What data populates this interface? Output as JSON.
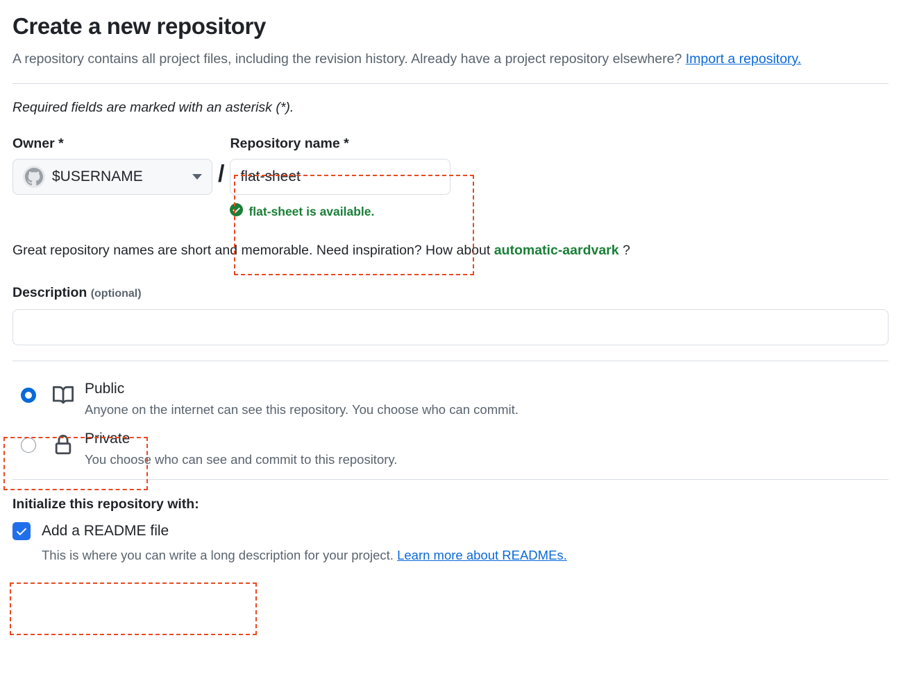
{
  "header": {
    "title": "Create a new repository",
    "subtitle_part1": "A repository contains all project files, including the revision history. Already have a project repository elsewhere? ",
    "import_link": "Import a repository."
  },
  "required_note": "Required fields are marked with an asterisk (*).",
  "owner": {
    "label": "Owner *",
    "value": "$USERNAME",
    "avatar_icon": "github-octocat-avatar",
    "chevron_icon": "chevron-down-icon"
  },
  "separator": "/",
  "repository_name": {
    "label": "Repository name *",
    "value": "flat-sheet",
    "placeholder": "",
    "availability_message": "flat-sheet is available.",
    "availability_icon": "check-circle-icon",
    "availability_color": "#1a7f37"
  },
  "inspiration": {
    "text_before": "Great repository names are short and memorable. Need inspiration? How about ",
    "suggested_name": "automatic-aardvark",
    "text_after": " ?"
  },
  "description": {
    "label": "Description",
    "optional_tag": "(optional)",
    "value": "",
    "placeholder": ""
  },
  "visibility": {
    "options": [
      {
        "id": "public",
        "title": "Public",
        "description": "Anyone on the internet can see this repository. You choose who can commit.",
        "icon": "repo-book-icon",
        "selected": true
      },
      {
        "id": "private",
        "title": "Private",
        "description": "You choose who can see and commit to this repository.",
        "icon": "lock-icon",
        "selected": false
      }
    ]
  },
  "initialize": {
    "heading": "Initialize this repository with:",
    "readme_label": "Add a README file",
    "readme_checked": true,
    "readme_help_text": "This is where you can write a long description for your project. ",
    "readme_link": "Learn more about READMEs."
  },
  "colors": {
    "accent_blue": "#0969da",
    "checkbox_blue": "#1f6feb",
    "success_green": "#1a7f37",
    "annotation_orange": "#e8481f",
    "muted_text": "#59636e",
    "border": "#d8dee4"
  },
  "annotations": [
    {
      "name": "repository-name-highlight"
    },
    {
      "name": "public-option-highlight"
    },
    {
      "name": "initialize-section-highlight"
    }
  ]
}
